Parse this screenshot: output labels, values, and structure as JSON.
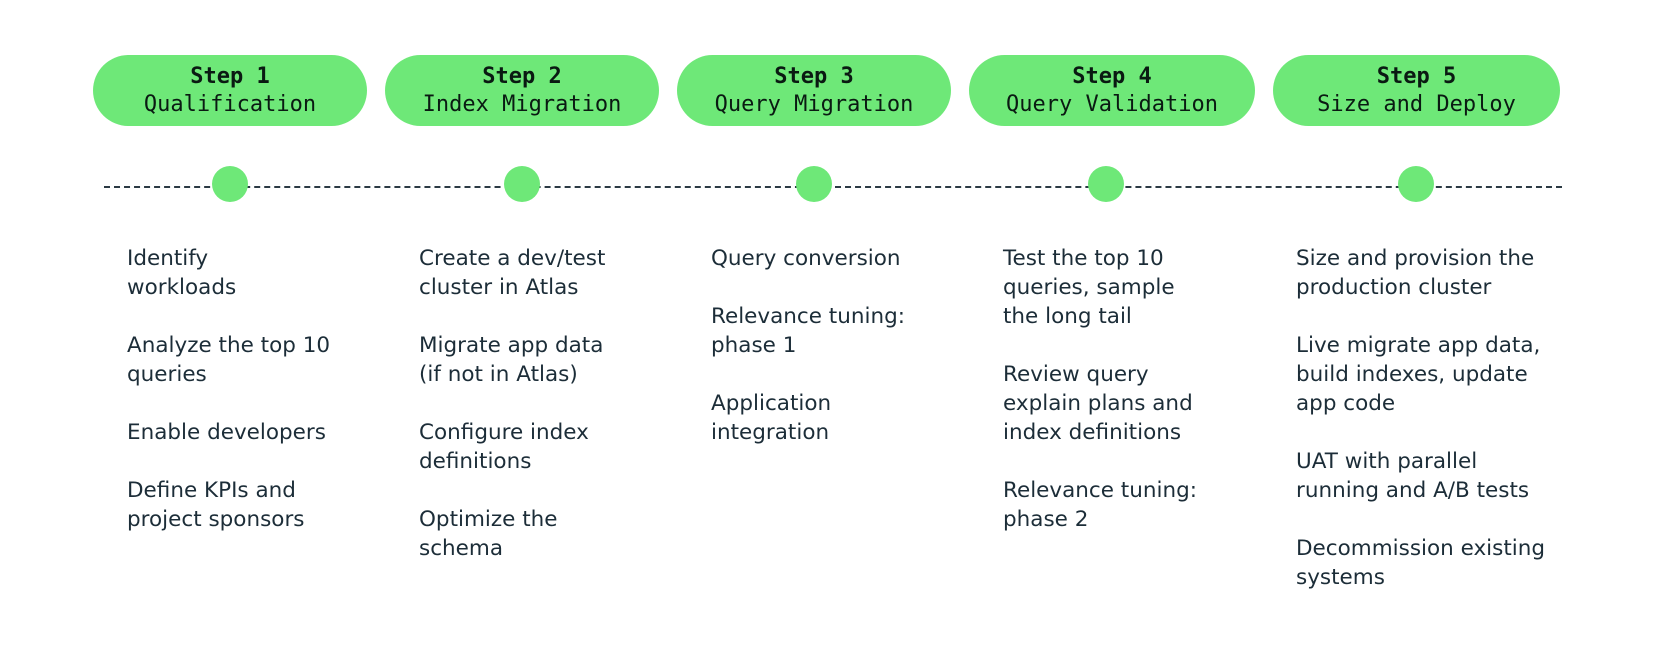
{
  "steps": [
    {
      "number": "Step 1",
      "title": "Qualification",
      "items": [
        "Identify\nworkloads",
        "Analyze the top 10\nqueries",
        "Enable developers",
        "Define KPIs and\nproject sponsors"
      ]
    },
    {
      "number": "Step 2",
      "title": "Index Migration",
      "items": [
        "Create a dev/test\ncluster in Atlas",
        "Migrate app data\n(if not in Atlas)",
        "Configure index\ndefinitions",
        "Optimize the\nschema"
      ]
    },
    {
      "number": "Step 3",
      "title": "Query Migration",
      "items": [
        "Query conversion",
        "Relevance tuning:\nphase 1",
        "Application\nintegration"
      ]
    },
    {
      "number": "Step 4",
      "title": "Query Validation",
      "items": [
        "Test the top 10\nqueries, sample\nthe long tail",
        "Review query\nexplain plans and\nindex definitions",
        "Relevance tuning:\nphase 2"
      ]
    },
    {
      "number": "Step 5",
      "title": "Size and Deploy",
      "items": [
        "Size and provision the\nproduction cluster",
        "Live migrate app data,\nbuild indexes, update\napp code",
        "UAT with parallel\nrunning and A/B tests",
        "Decommission existing\nsystems"
      ]
    }
  ],
  "colors": {
    "accent": "#6ee878",
    "text": "#1c2d38",
    "timeline": "#2b3a44"
  }
}
